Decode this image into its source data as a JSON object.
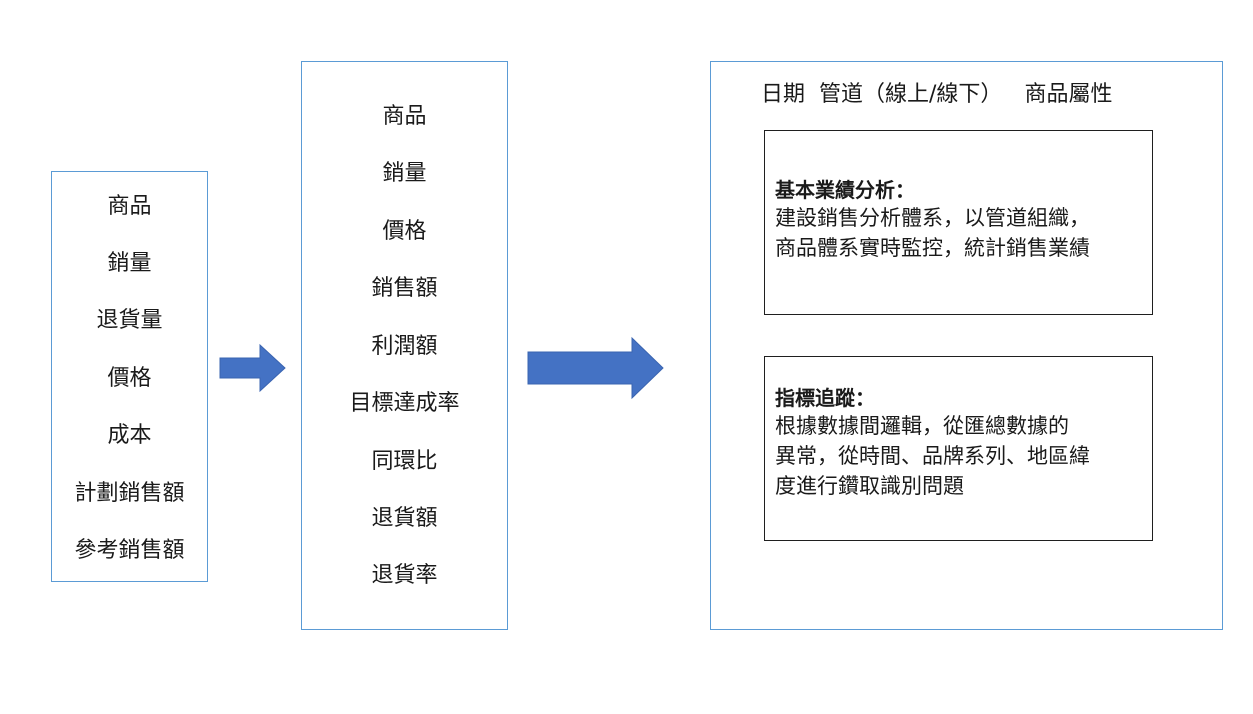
{
  "source_metrics": [
    "商品",
    "銷量",
    "退貨量",
    "價格",
    "成本",
    "計劃銷售額",
    "參考銷售額"
  ],
  "derived_metrics": [
    "商品",
    "銷量",
    "價格",
    "銷售額",
    "利潤額",
    "目標達成率",
    "同環比",
    "退貨額",
    "退貨率"
  ],
  "dimensions": {
    "date": "日期",
    "channel": "管道（線上/線下）",
    "product_attr": "商品屬性"
  },
  "analysis_boxes": [
    {
      "title": "基本業績分析：",
      "lines": [
        "建設銷售分析體系，以管道組織，",
        "商品體系實時監控，統計銷售業績"
      ]
    },
    {
      "title": "指標追蹤：",
      "lines": [
        "根據數據間邏輯，從匯總數據的",
        "異常，從時間、品牌系列、地區緯",
        "度進行鑽取識別問題"
      ]
    }
  ],
  "colors": {
    "arrow": "#4472c4",
    "column_border": "#5b9bd5",
    "box_border": "#1f1f1f"
  }
}
